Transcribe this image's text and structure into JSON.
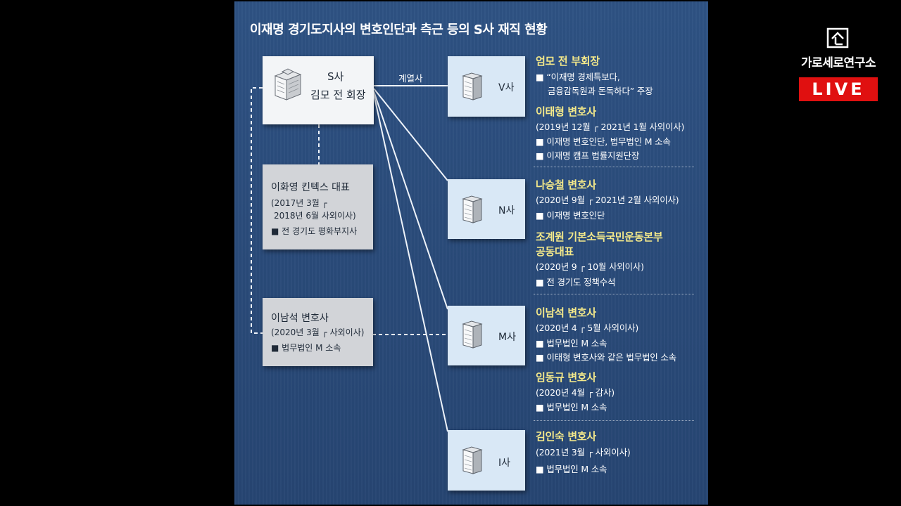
{
  "title": "이재명 경기도지사의 변호인단과 측근 등의 S사 재직 현황",
  "edge_label": "계열사",
  "s_company": {
    "name": "S사",
    "person": "김모 전 회장"
  },
  "subsidiaries": [
    {
      "id": "v",
      "name": "V사"
    },
    {
      "id": "n",
      "name": "N사"
    },
    {
      "id": "m",
      "name": "M사"
    },
    {
      "id": "i",
      "name": "I사"
    }
  ],
  "left_people": [
    {
      "name": "이화영 킨텍스 대표",
      "lines": [
        "(2017년 3월 ┌",
        "2018년 6월 사외이사)",
        "■ 전 경기도 평화부지사"
      ]
    },
    {
      "name": "이남석 변호사",
      "lines": [
        "(2020년 3월 ┌ 사외이사)",
        "■ 법무법인 M 소속"
      ]
    }
  ],
  "right_people": {
    "v": [
      {
        "name": "엄모 전 부회장",
        "lines": [
          "■ “이재명 경제특보다,",
          "금융감독원과 돈독하다” 주장"
        ]
      },
      {
        "name": "이태형 변호사",
        "lines": [
          "(2019년 12월 ┌ 2021년 1월 사외이사)",
          "■ 이재명 변호인단, 법무법인 M 소속",
          "■ 이재명 캠프 법률지원단장"
        ]
      }
    ],
    "n": [
      {
        "name": "나승철 변호사",
        "lines": [
          "(2020년 9월 ┌ 2021년 2월 사외이사)",
          "■ 이재명 변호인단"
        ]
      },
      {
        "name": "조계원 기본소득국민운동본부",
        "name2": "공동대표",
        "lines": [
          "(2020년 9 ┌ 10월 사외이사)",
          "■ 전 경기도 정책수석"
        ]
      }
    ],
    "m": [
      {
        "name": "이남석 변호사",
        "lines": [
          "(2020년 4 ┌ 5월 사외이사)",
          "■ 법무법인 M 소속",
          "■ 이태형 변호사와 같은 법무법인 소속"
        ]
      },
      {
        "name": "임동규 변호사",
        "lines": [
          "(2020년 4월 ┌ 감사)",
          "■ 법무법인 M 소속"
        ]
      }
    ],
    "i": [
      {
        "name": "김인숙 변호사",
        "lines": [
          "(2021년 3월 ┌ 사외이사)",
          "■ 법무법인 M 소속"
        ]
      }
    ]
  },
  "logo": {
    "text": "가로세로연구소",
    "live": "LIVE"
  },
  "colors": {
    "panel_bg": "#2a4b7a",
    "person_name": "#f3e88a",
    "live_bg": "#e01010"
  }
}
